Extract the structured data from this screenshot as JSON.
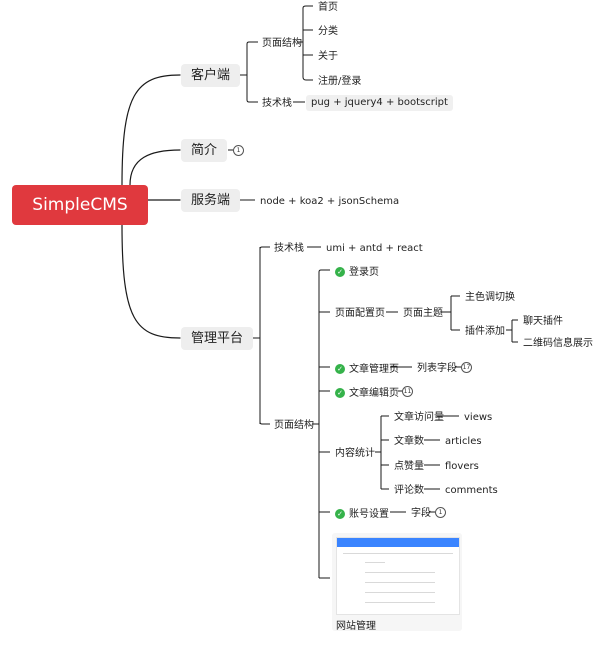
{
  "root": "SimpleCMS",
  "client": {
    "label": "客户端",
    "page_structure": {
      "label": "页面结构",
      "pages": [
        "首页",
        "分类",
        "关于",
        "注册/登录"
      ]
    },
    "tech_stack": {
      "label": "技术栈",
      "value": "pug + jquery4 + bootscript"
    }
  },
  "intro": {
    "label": "简介",
    "badge": "1"
  },
  "server": {
    "label": "服务端",
    "value": "node + koa2 + jsonSchema"
  },
  "admin": {
    "label": "管理平台",
    "tech_stack": {
      "label": "技术栈",
      "value": "umi + antd + react"
    },
    "page_structure": {
      "label": "页面结构",
      "login": "登录页",
      "page_config": {
        "label": "页面配置页",
        "theme": {
          "label": "页面主题",
          "color_switch": "主色调切换",
          "plugins": {
            "label": "插件添加",
            "items": [
              "聊天插件",
              "二维码信息展示"
            ]
          }
        }
      },
      "article_mgmt": {
        "label": "文章管理页",
        "child": "列表字段",
        "badge": "17"
      },
      "article_edit": {
        "label": "文章编辑页",
        "badge": "11"
      },
      "stats": {
        "label": "内容统计",
        "items": [
          {
            "label": "文章访问量",
            "value": "views"
          },
          {
            "label": "文章数",
            "value": "articles"
          },
          {
            "label": "点赞量",
            "value": "flovers"
          },
          {
            "label": "评论数",
            "value": "comments"
          }
        ]
      },
      "account": {
        "label": "账号设置",
        "child": "字段",
        "badge": "1"
      },
      "site_mgmt": {
        "caption": "网站管理"
      }
    }
  },
  "colors": {
    "root": "#e0393e",
    "check": "#35b24a",
    "line": "#1a1a1a"
  }
}
